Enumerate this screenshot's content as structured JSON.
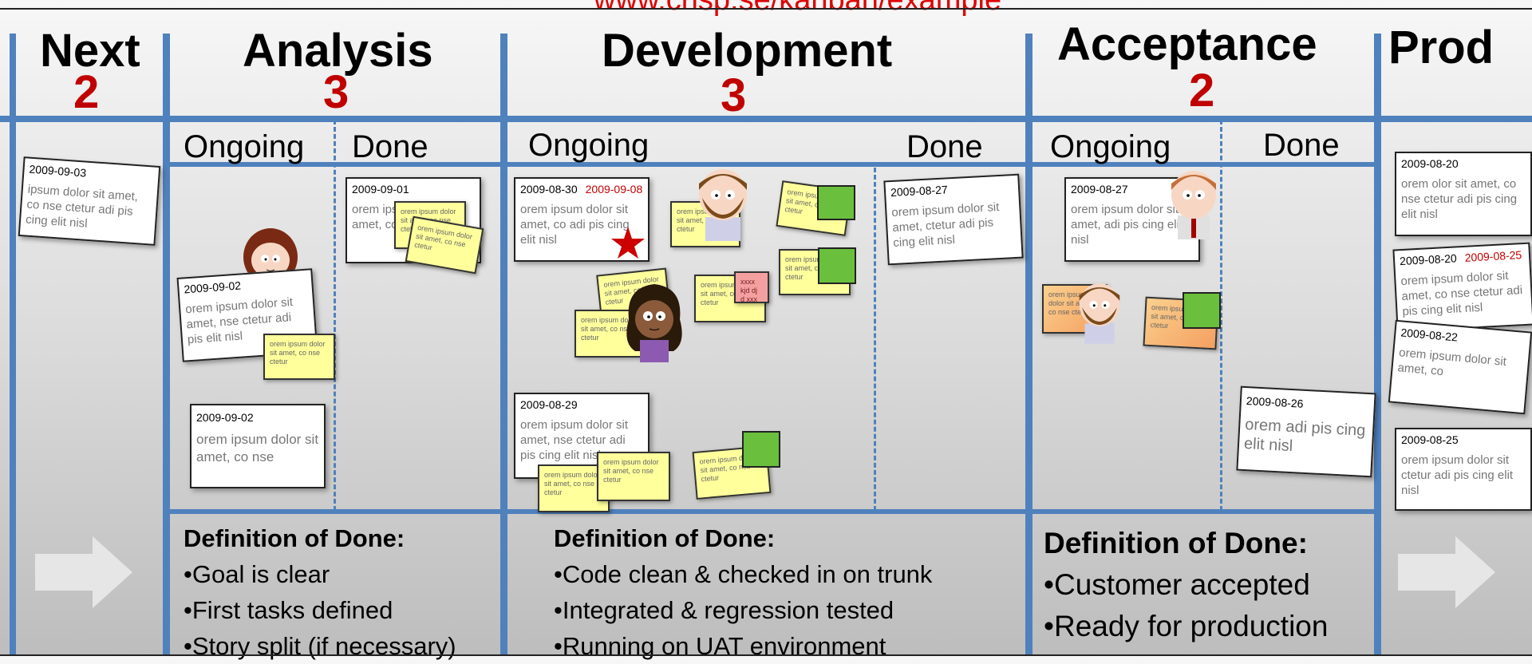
{
  "header_url": "www.crisp.se/kanban/example",
  "columns": {
    "next": {
      "title": "Next",
      "wip": "2"
    },
    "analysis": {
      "title": "Analysis",
      "wip": "3",
      "ongoing": "Ongoing",
      "done": "Done"
    },
    "development": {
      "title": "Development",
      "wip": "3",
      "ongoing": "Ongoing",
      "done": "Done"
    },
    "acceptance": {
      "title": "Acceptance",
      "wip": "2",
      "ongoing": "Ongoing",
      "done": "Done"
    },
    "prod": {
      "title": "Prod"
    }
  },
  "cards": {
    "next1": {
      "date": "2009-09-03",
      "text": "ipsum dolor sit amet, co nse ctetur adi pis cing elit nisl"
    },
    "an_on1": {
      "date": "2009-09-02",
      "text": "orem ipsum dolor sit amet, nse ctetur adi pis elit nisl"
    },
    "an_on2": {
      "date": "2009-09-02",
      "text": "orem ipsum dolor sit amet, co nse"
    },
    "an_done1": {
      "date": "2009-09-01",
      "text": "orem ipsum dolor sit amet, co adi pis cing"
    },
    "dev_on1": {
      "date": "2009-08-30",
      "date2": "2009-09-08",
      "text": "orem ipsum dolor sit amet, co adi pis cing elit nisl"
    },
    "dev_on2": {
      "date": "2009-08-29",
      "text": "orem ipsum dolor sit amet, nse ctetur adi pis cing elit nisl"
    },
    "dev_done1": {
      "date": "2009-08-27",
      "text": "orem ipsum dolor sit amet, ctetur adi pis cing elit nisl"
    },
    "acc_on1": {
      "date": "2009-08-27",
      "text": "orem ipsum dolor sit amet, adi pis cing elit nisl"
    },
    "acc_done1": {
      "date": "2009-08-26",
      "text": "orem adi pis cing elit nisl"
    },
    "prod1": {
      "date": "2009-08-20",
      "text": "orem olor sit amet, co nse ctetur adi pis cing elit nisl"
    },
    "prod2": {
      "date": "2009-08-20",
      "date2": "2009-08-25",
      "text": "orem ipsum dolor sit amet, co nse ctetur adi pis cing elit nisl"
    },
    "prod3": {
      "date": "2009-08-22",
      "text": "orem ipsum dolor sit amet, co"
    },
    "prod4": {
      "date": "2009-08-25",
      "text": "orem ipsum dolor sit ctetur adi pis cing elit nisl"
    }
  },
  "notes": {
    "a1": "orem ipsum dolor sit amet, co nse ctetur",
    "a2": "orem ipsum dolor sit amet, co nse ctetur",
    "a3": "orem ipsum dolor sit amet, co nse ctetur",
    "d1": "orem ipsum dolor sit amet, co nse ctetur",
    "d2": "orem ipsum dolor sit amet, co nse ctetur",
    "d3": "orem ipsum dolor sit amet, co nse ctetur",
    "d4": "orem ipsum dolor sit amet, co nse ctetur",
    "d5": "orem ipsum dolor sit amet, co nse ctetur",
    "d6": "orem ipsum dolor sit amet, co nse ctetur",
    "d7": "xxxx kjd dj d xxx",
    "d8": "orem ipsum dolor sit amet, co nse ctetur",
    "d9": "orem ipsum dolor sit amet, co nse ctetur",
    "d10": "orem ipsum dolor sit amet, co nse ctetur",
    "d11": "orem ipsum dolor sit amet, co nse ctetur",
    "c1": "orem ipsum dolor sit amet, co nse ctetur",
    "c2": "orem ipsum dolor sit amet, co nse ctetur"
  },
  "dod": {
    "analysis": {
      "title": "Definition of Done:",
      "items": [
        "Goal is clear",
        "First tasks defined",
        "Story split (if necessary)"
      ]
    },
    "development": {
      "title": "Definition of Done:",
      "items": [
        "Code clean & checked in on trunk",
        "Integrated & regression tested",
        "Running on UAT environment"
      ]
    },
    "acceptance": {
      "title": "Definition of Done:",
      "items": [
        "Customer accepted",
        "Ready for production"
      ]
    }
  },
  "colors": {
    "line": "#4f81bd",
    "wip": "#c00000",
    "sticky": "#ffff9c",
    "green": "#6abf3c"
  }
}
